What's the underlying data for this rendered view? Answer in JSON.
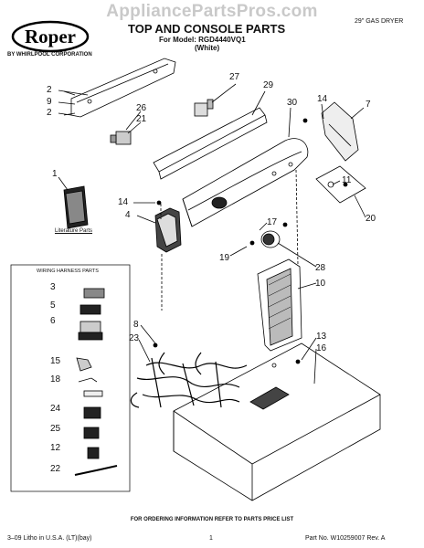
{
  "watermark": "AppliancePartsPros.com",
  "brand": {
    "logo_text": "Roper",
    "byline": "BY WHIRLPOOL CORPORATION"
  },
  "header": {
    "title": "TOP AND CONSOLE PARTS",
    "model": "For Model: RGD4440VQ1",
    "color": "(White)",
    "product": "29\" GAS DRYER"
  },
  "labels": {
    "literature": "Literature Parts",
    "wiring_harness": "WIRING HARNESS PARTS"
  },
  "callouts": [
    {
      "id": "c2a",
      "text": "2"
    },
    {
      "id": "c9",
      "text": "9"
    },
    {
      "id": "c2b",
      "text": "2"
    },
    {
      "id": "c27",
      "text": "27"
    },
    {
      "id": "c29",
      "text": "29"
    },
    {
      "id": "c26",
      "text": "26"
    },
    {
      "id": "c21",
      "text": "21"
    },
    {
      "id": "c14a",
      "text": "14"
    },
    {
      "id": "c7",
      "text": "7"
    },
    {
      "id": "c30",
      "text": "30"
    },
    {
      "id": "c1",
      "text": "1"
    },
    {
      "id": "c11",
      "text": "11"
    },
    {
      "id": "c14b",
      "text": "14"
    },
    {
      "id": "c4",
      "text": "4"
    },
    {
      "id": "c20",
      "text": "20"
    },
    {
      "id": "c17",
      "text": "17"
    },
    {
      "id": "c19",
      "text": "19"
    },
    {
      "id": "c28",
      "text": "28"
    },
    {
      "id": "c10",
      "text": "10"
    },
    {
      "id": "c3",
      "text": "3"
    },
    {
      "id": "c5",
      "text": "5"
    },
    {
      "id": "c6",
      "text": "6"
    },
    {
      "id": "c8",
      "text": "8"
    },
    {
      "id": "c23",
      "text": "23"
    },
    {
      "id": "c13",
      "text": "13"
    },
    {
      "id": "c16",
      "text": "16"
    },
    {
      "id": "c15",
      "text": "15"
    },
    {
      "id": "c18",
      "text": "18"
    },
    {
      "id": "c24",
      "text": "24"
    },
    {
      "id": "c25",
      "text": "25"
    },
    {
      "id": "c12",
      "text": "12"
    },
    {
      "id": "c22",
      "text": "22"
    }
  ],
  "footer": {
    "ordering": "FOR ORDERING INFORMATION REFER TO PARTS PRICE LIST",
    "litho": "3–09 Litho in U.S.A. (LT)(bay)",
    "page": "1",
    "part_no": "Part No. W10259007 Rev. A"
  }
}
